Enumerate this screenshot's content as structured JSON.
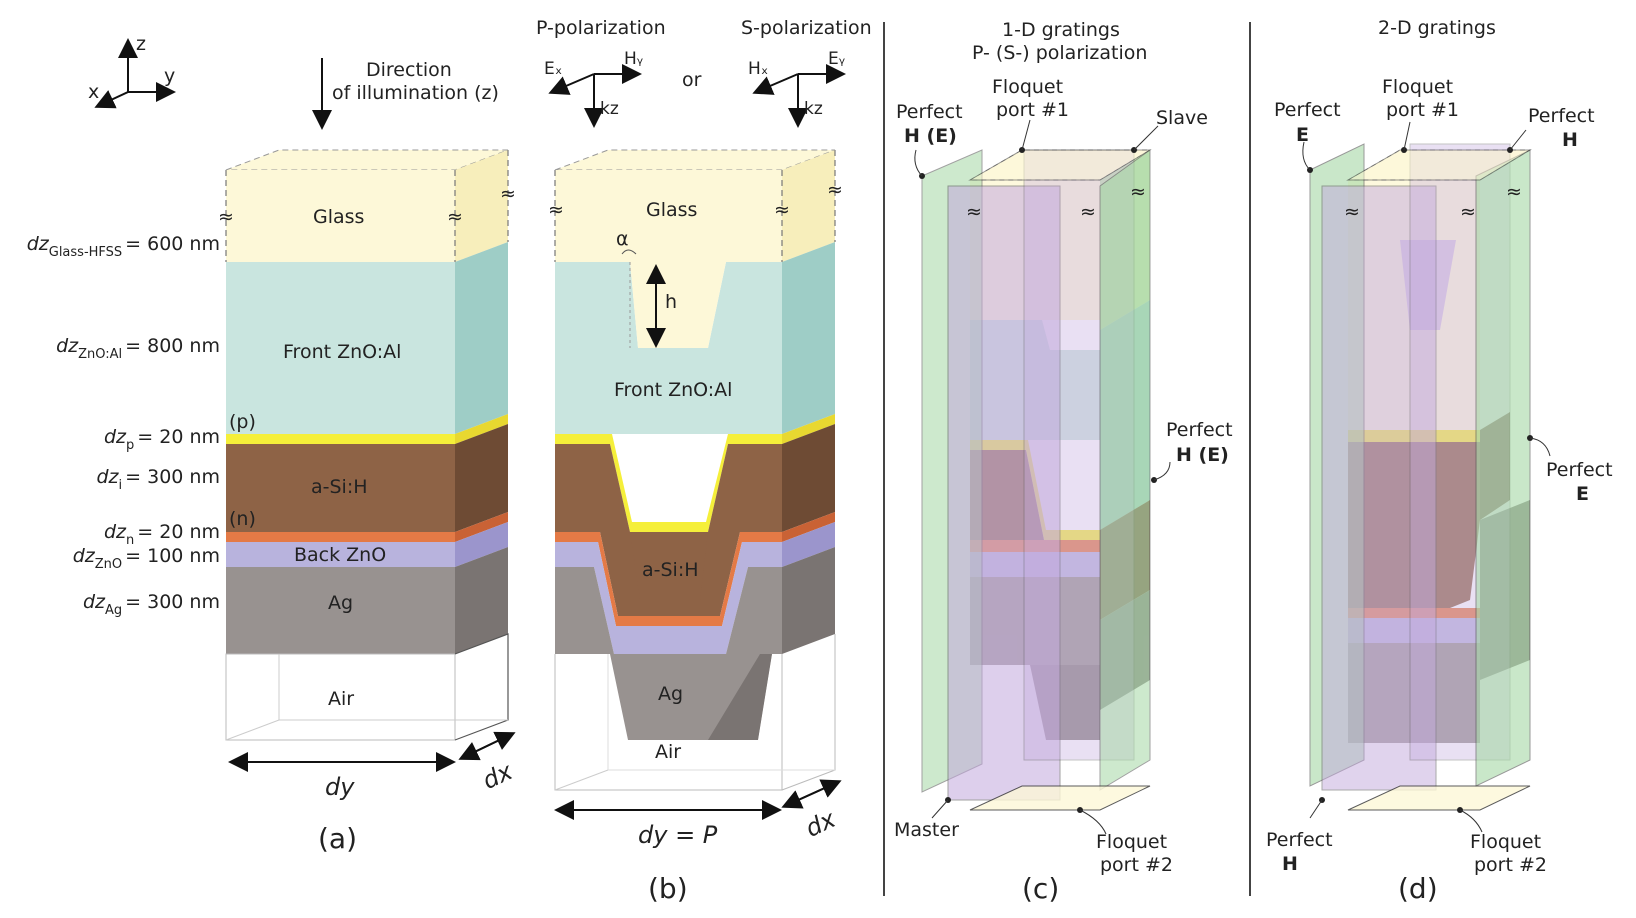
{
  "axes": {
    "z": "z",
    "y": "y",
    "x": "x"
  },
  "panel_a": {
    "direction_line1": "Direction",
    "direction_line2": "of illumination (z)",
    "layers": {
      "glass": "Glass",
      "front": "Front ZnO:Al",
      "p": "(p)",
      "asi": "a-Si:H",
      "n": "(n)",
      "back": "Back ZnO",
      "ag": "Ag",
      "air": "Air"
    },
    "thicknesses": [
      {
        "prefix": "dz",
        "sub": "Glass-HFSS",
        "value": "= 600 nm"
      },
      {
        "prefix": "dz",
        "sub": "ZnO:Al",
        "value": "= 800 nm"
      },
      {
        "prefix": "dz",
        "sub": "p",
        "value": "= 20 nm"
      },
      {
        "prefix": "dz",
        "sub": "i",
        "value": "= 300 nm"
      },
      {
        "prefix": "dz",
        "sub": "n",
        "value": "= 20 nm"
      },
      {
        "prefix": "dz",
        "sub": "ZnO",
        "value": "= 100 nm"
      },
      {
        "prefix": "dz",
        "sub": "Ag",
        "value": "= 300 nm"
      }
    ],
    "dy": "dy",
    "dx": "dx",
    "caption": "(a)",
    "tilde": "≈"
  },
  "panel_b": {
    "p_pol": "P-polarization",
    "s_pol": "S-polarization",
    "or": "or",
    "p_ex": "Eₓ",
    "p_hy": "Hᵧ",
    "p_kz": "kz",
    "s_hx": "Hₓ",
    "s_ey": "Eᵧ",
    "s_kz": "kz",
    "layers": {
      "glass": "Glass",
      "front": "Front ZnO:Al",
      "asi": "a-Si:H",
      "ag": "Ag",
      "air": "Air"
    },
    "alpha": "α",
    "h": "h",
    "dy": "dy = P",
    "dx": "dx",
    "caption": "(b)"
  },
  "panel_c": {
    "title1": "1-D gratings",
    "title2": "P- (S-) polarization",
    "floquet1_line1": "Floquet",
    "floquet1_line2": "port #1",
    "perfect_left_line1": "Perfect",
    "perfect_left_line2": "H (E)",
    "slave": "Slave",
    "perfect_right_line1": "Perfect",
    "perfect_right_line2": "H (E)",
    "master": "Master",
    "floquet2_line1": "Floquet",
    "floquet2_line2": "port #2",
    "caption": "(c)"
  },
  "panel_d": {
    "title": "2-D gratings",
    "floquet1_line1": "Floquet",
    "floquet1_line2": "port #1",
    "perfect_e_tl_line1": "Perfect",
    "perfect_e_tl_line2": "E",
    "perfect_h_tr_line1": "Perfect",
    "perfect_h_tr_line2": "H",
    "perfect_e_r_line1": "Perfect",
    "perfect_e_r_line2": "E",
    "perfect_h_bl_line1": "Perfect",
    "perfect_h_bl_line2": "H",
    "floquet2_line1": "Floquet",
    "floquet2_line2": "port #2",
    "caption": "(d)"
  },
  "colors": {
    "glass": "#fdf8d8",
    "glass_side": "#f7eebb",
    "front": "#c9e5df",
    "front_side": "#9ecdc6",
    "p": "#f5ef3a",
    "asi": "#8e6346",
    "asi_side": "#6e4b34",
    "n": "#e47a46",
    "back": "#b8b3dd",
    "back_side": "#9b95cc",
    "ag": "#989290",
    "ag_side": "#7a7472",
    "green_plane": "#a6d8a6",
    "purple_plane": "#c3a9dd"
  }
}
